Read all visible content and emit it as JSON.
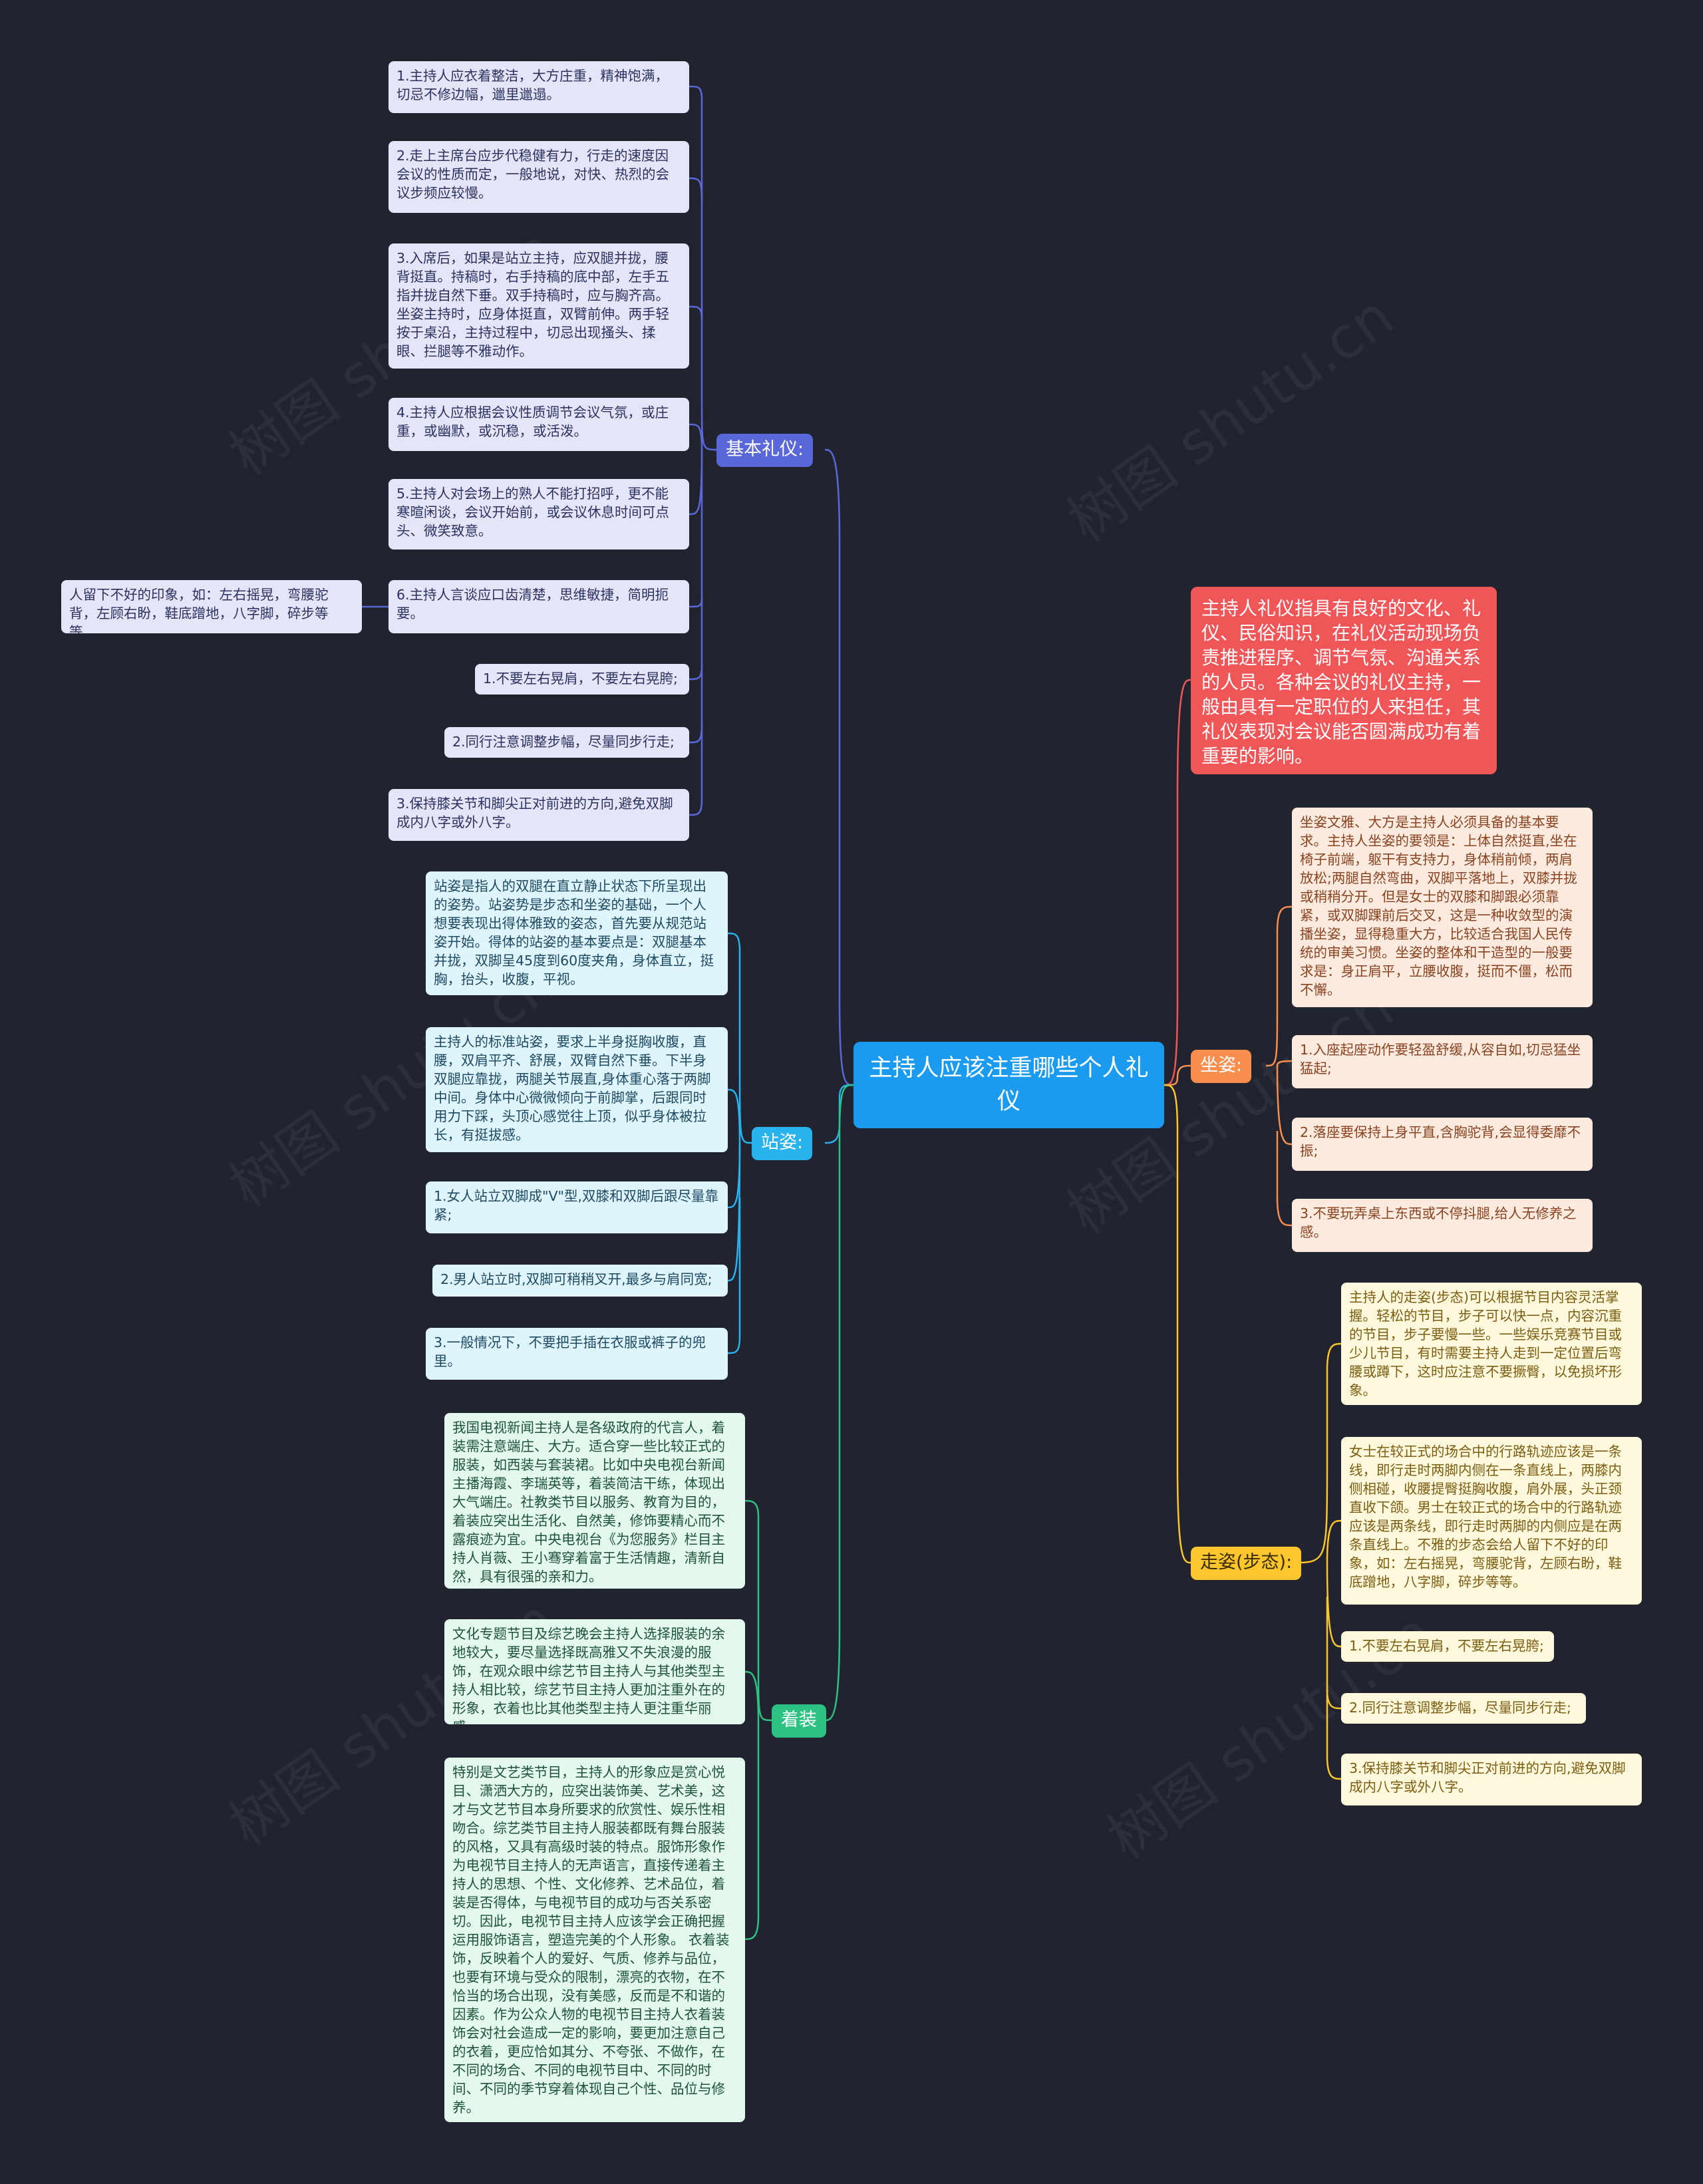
{
  "root": {
    "title": "主持人应该注重哪些个人礼仪"
  },
  "intro": {
    "text": "主持人礼仪指具有良好的文化、礼仪、民俗知识，在礼仪活动现场负责推进程序、调节气氛、沟通关系的人员。各种会议的礼仪主持，一般由具有一定职位的人来担任，其礼仪表现对会议能否圆满成功有着重要的影响。"
  },
  "branches": {
    "basic": {
      "label": "基本礼仪:"
    },
    "standing": {
      "label": "站姿:"
    },
    "dress": {
      "label": "着装"
    },
    "sitting": {
      "label": "坐姿:"
    },
    "walking": {
      "label": "走姿(步态):"
    }
  },
  "basic_items": [
    "1.主持人应衣着整洁，大方庄重，精神饱满，切忌不修边幅，邋里邋遢。",
    "2.走上主席台应步代稳健有力，行走的速度因会议的性质而定，一般地说，对快、热烈的会议步频应较慢。",
    "3.入席后，如果是站立主持，应双腿并拢，腰背挺直。持稿时，右手持稿的底中部，左手五指并拢自然下垂。双手持稿时，应与胸齐高。坐姿主持时，应身体挺直，双臂前伸。两手轻按于桌沿，主持过程中，切忌出现搔头、揉眼、拦腿等不雅动作。",
    "4.主持人应根据会议性质调节会议气氛，或庄重，或幽默，或沉稳，或活泼。",
    "5.主持人对会场上的熟人不能打招呼，更不能寒暄闲谈，会议开始前，或会议休息时间可点头、微笑致意。",
    "6.主持人言谈应口齿清楚，思维敏捷，简明扼要。",
    "1.不要左右晃肩，不要左右晃胯;",
    "2.同行注意调整步幅，尽量同步行走;",
    "3.保持膝关节和脚尖正对前进的方向,避免双脚成内八字或外八字。"
  ],
  "basic_sub": "人留下不好的印象，如：左右摇晃，弯腰驼背，左顾右盼，鞋底蹭地，八字脚，碎步等等。",
  "standing_items": [
    "站姿是指人的双腿在直立静止状态下所呈现出的姿势。站姿势是步态和坐姿的基础，一个人想要表现出得体雅致的姿态，首先要从规范站姿开始。得体的站姿的基本要点是：双腿基本并拢，双脚呈45度到60度夹角，身体直立，挺胸，抬头，收腹，平视。",
    "主持人的标准站姿，要求上半身挺胸收腹，直腰，双肩平齐、舒展，双臂自然下垂。下半身双腿应靠拢，两腿关节展直,身体重心落于两脚中间。身体中心微微倾向于前脚掌，后跟同时用力下踩，头顶心感觉往上顶，似乎身体被拉长，有挺拔感。",
    "1.女人站立双脚成\"V\"型,双膝和双脚后跟尽量靠紧;",
    "2.男人站立时,双脚可稍稍叉开,最多与肩同宽;",
    "3.一般情况下，不要把手插在衣服或裤子的兜里。"
  ],
  "dress_items": [
    "我国电视新闻主持人是各级政府的代言人，着装需注意端庄、大方。适合穿一些比较正式的服装，如西装与套装裙。比如中央电视台新闻主播海霞、李瑞英等，着装简洁干练，体现出大气端庄。社教类节目以服务、教育为目的，着装应突出生活化、自然美，修饰要精心而不露痕迹为宜。中央电视台《为您服务》栏目主持人肖薇、王小骞穿着富于生活情趣，清新自然，具有很强的亲和力。",
    "文化专题节目及综艺晚会主持人选择服装的余地较大，要尽量选择既高雅又不失浪漫的服饰，在观众眼中综艺节目主持人与其他类型主持人相比较，综艺节目主持人更加注重外在的形象，衣着也比其他类型主持人更注重华丽感。",
    "特别是文艺类节目，主持人的形象应是赏心悦目、潇洒大方的，应突出装饰美、艺术美，这才与文艺节目本身所要求的欣赏性、娱乐性相吻合。综艺类节目主持人服装都既有舞台服装的风格，又具有高级时装的特点。服饰形象作为电视节目主持人的无声语言，直接传递着主持人的思想、个性、文化修养、艺术品位，着装是否得体，与电视节目的成功与否关系密切。因此，电视节目主持人应该学会正确把握运用服饰语言，塑造完美的个人形象。 衣着装饰，反映着个人的爱好、气质、修养与品位，也要有环境与受众的限制，漂亮的衣物，在不恰当的场合出现，没有美感，反而是不和谐的因素。作为公众人物的电视节目主持人衣着装饰会对社会造成一定的影响，要更加注意自己的衣着，更应恰如其分、不夸张、不做作，在不同的场合、不同的电视节目中、不同的时间、不同的季节穿着体现自己个性、品位与修养。"
  ],
  "sitting_items": [
    "坐姿文雅、大方是主持人必须具备的基本要求。主持人坐姿的要领是：上体自然挺直,坐在椅子前端，躯干有支持力，身体稍前倾，两肩放松;两腿自然弯曲，双脚平落地上，双膝并拢或稍稍分开。但是女士的双膝和脚跟必须靠紧，或双脚踝前后交叉，这是一种收敛型的演播坐姿，显得稳重大方，比较适合我国人民传统的审美习惯。坐姿的整体和干造型的一般要求是：身正肩平，立腰收腹，挺而不僵，松而不懈。",
    "1.入座起座动作要轻盈舒缓,从容自如,切忌猛坐猛起;",
    "2.落座要保持上身平直,含胸驼背,会显得委靡不振;",
    "3.不要玩弄桌上东西或不停抖腿,给人无修养之感。"
  ],
  "walking_items": [
    "主持人的走姿(步态)可以根据节目内容灵活掌握。轻松的节目，步子可以快一点，内容沉重的节目，步子要慢一些。一些娱乐竞赛节目或少儿节目，有时需要主持人走到一定位置后弯腰或蹲下，这时应注意不要撅臀，以免损坏形象。",
    "女士在较正式的场合中的行路轨迹应该是一条线，即行走时两脚内侧在一条直线上，两膝内侧相碰，收腰提臀挺胸收腹，肩外展，头正颈直收下颌。男士在较正式的场合中的行路轨迹应该是两条线，即行走时两脚的内侧应是在两条直线上。不雅的步态会给人留下不好的印象，如：左右摇晃，弯腰驼背，左顾右盼，鞋底蹭地，八字脚，碎步等等。",
    "1.不要左右晃肩，不要左右晃胯;",
    "2.同行注意调整步幅，尽量同步行走;",
    "3.保持膝关节和脚尖正对前进的方向,避免双脚成内八字或外八字。"
  ],
  "watermark": "树图 shutu.cn",
  "colors": {
    "background": "#21242f",
    "root": "#1b9bef",
    "intro": "#f05658",
    "basic": "#5a67d8",
    "standing": "#28b2ee",
    "dress": "#2dc283",
    "sitting": "#f98e4e",
    "walking": "#fcc62c"
  }
}
